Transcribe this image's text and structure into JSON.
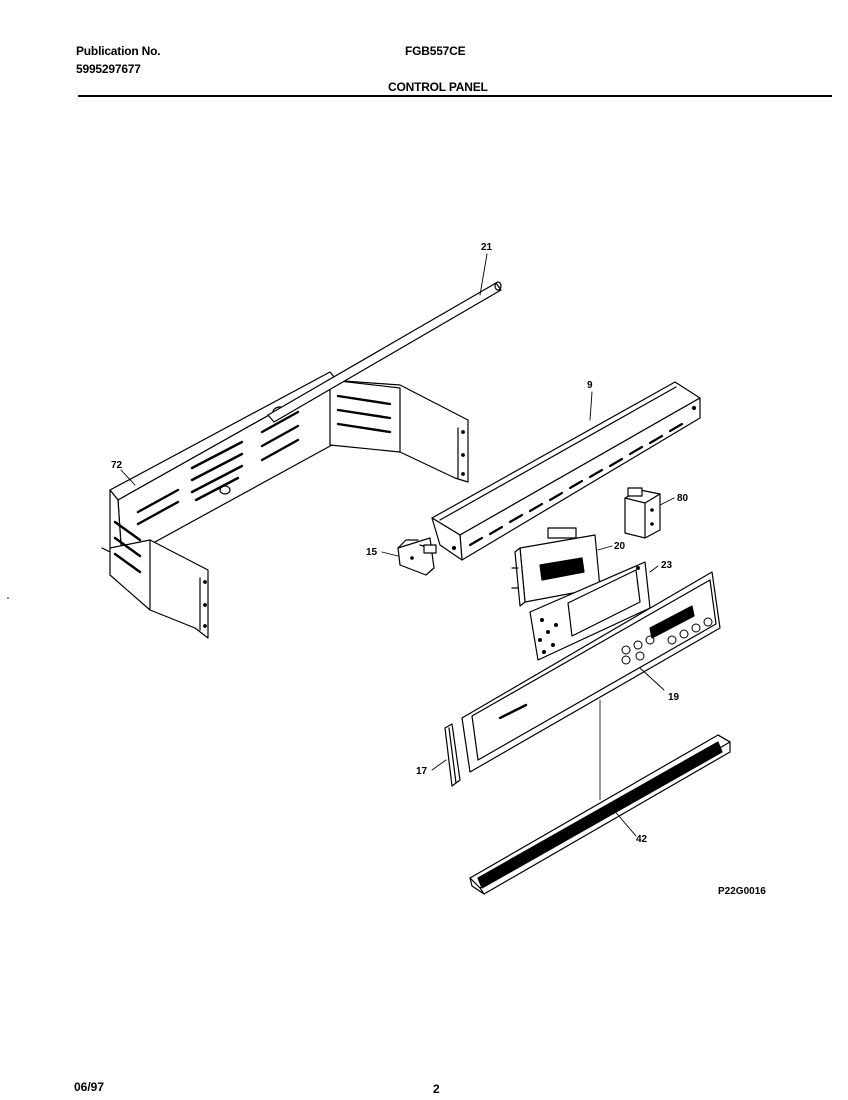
{
  "header": {
    "publication_label": "Publication No.",
    "publication_number": "5995297677",
    "model": "FGB557CE",
    "section_title": "CONTROL PANEL"
  },
  "diagram": {
    "callouts": [
      {
        "id": "21",
        "text": "21"
      },
      {
        "id": "9",
        "text": "9"
      },
      {
        "id": "72",
        "text": "72"
      },
      {
        "id": "80",
        "text": "80"
      },
      {
        "id": "15",
        "text": "15"
      },
      {
        "id": "20",
        "text": "20"
      },
      {
        "id": "23",
        "text": "23"
      },
      {
        "id": "19",
        "text": "19"
      },
      {
        "id": "17",
        "text": "17"
      },
      {
        "id": "42",
        "text": "42"
      }
    ],
    "drawing_number": "P22G0016"
  },
  "footer": {
    "date": "06/97",
    "page_number": "2"
  }
}
